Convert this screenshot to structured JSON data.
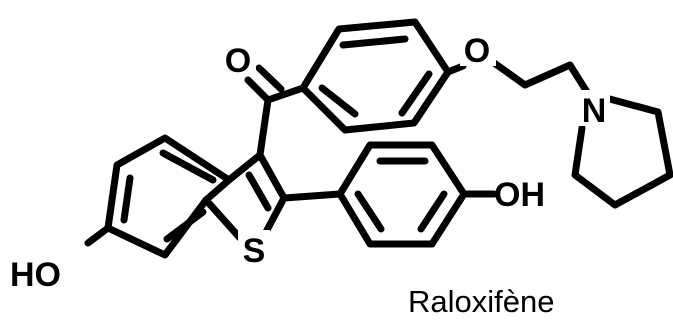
{
  "molecule": {
    "name": "Raloxifène",
    "atoms": {
      "carbonyl_oxygen": "O",
      "ether_oxygen": "O",
      "nitrogen": "N",
      "sulfur": "S",
      "hydroxyl_right": "OH",
      "hydroxyl_left": "HO"
    }
  },
  "colors": {
    "ink": "#000000",
    "background": "#ffffff"
  }
}
